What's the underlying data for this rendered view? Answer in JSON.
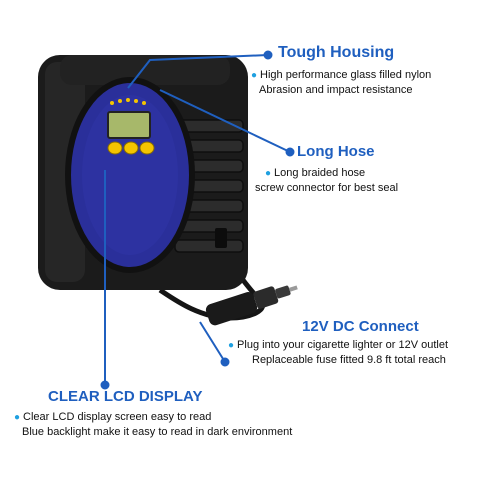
{
  "colors": {
    "accent": "#1f5fbf",
    "bullet": "#1fa0e0",
    "housing": "#1b1b1b",
    "panel": "#2a2f9a",
    "lcd": "#a7b86a",
    "buttons": "#f4c400"
  },
  "callouts": {
    "tough_housing": {
      "title": "Tough Housing",
      "lines": [
        "High performance glass filled nylon",
        "Abrasion and impact resistance"
      ]
    },
    "long_hose": {
      "title": "Long Hose",
      "lines": [
        "Long braided hose",
        "screw connector for best seal"
      ]
    },
    "dc_connect": {
      "title": "12V DC Connect",
      "lines": [
        "Plug into your cigarette lighter or 12V outlet",
        "Replaceable fuse fitted 9.8 ft total reach"
      ]
    },
    "lcd_display": {
      "title": "CLEAR LCD DISPLAY",
      "lines": [
        "Clear LCD display screen easy to read",
        "Blue backlight make it easy to read in dark environment"
      ]
    }
  }
}
